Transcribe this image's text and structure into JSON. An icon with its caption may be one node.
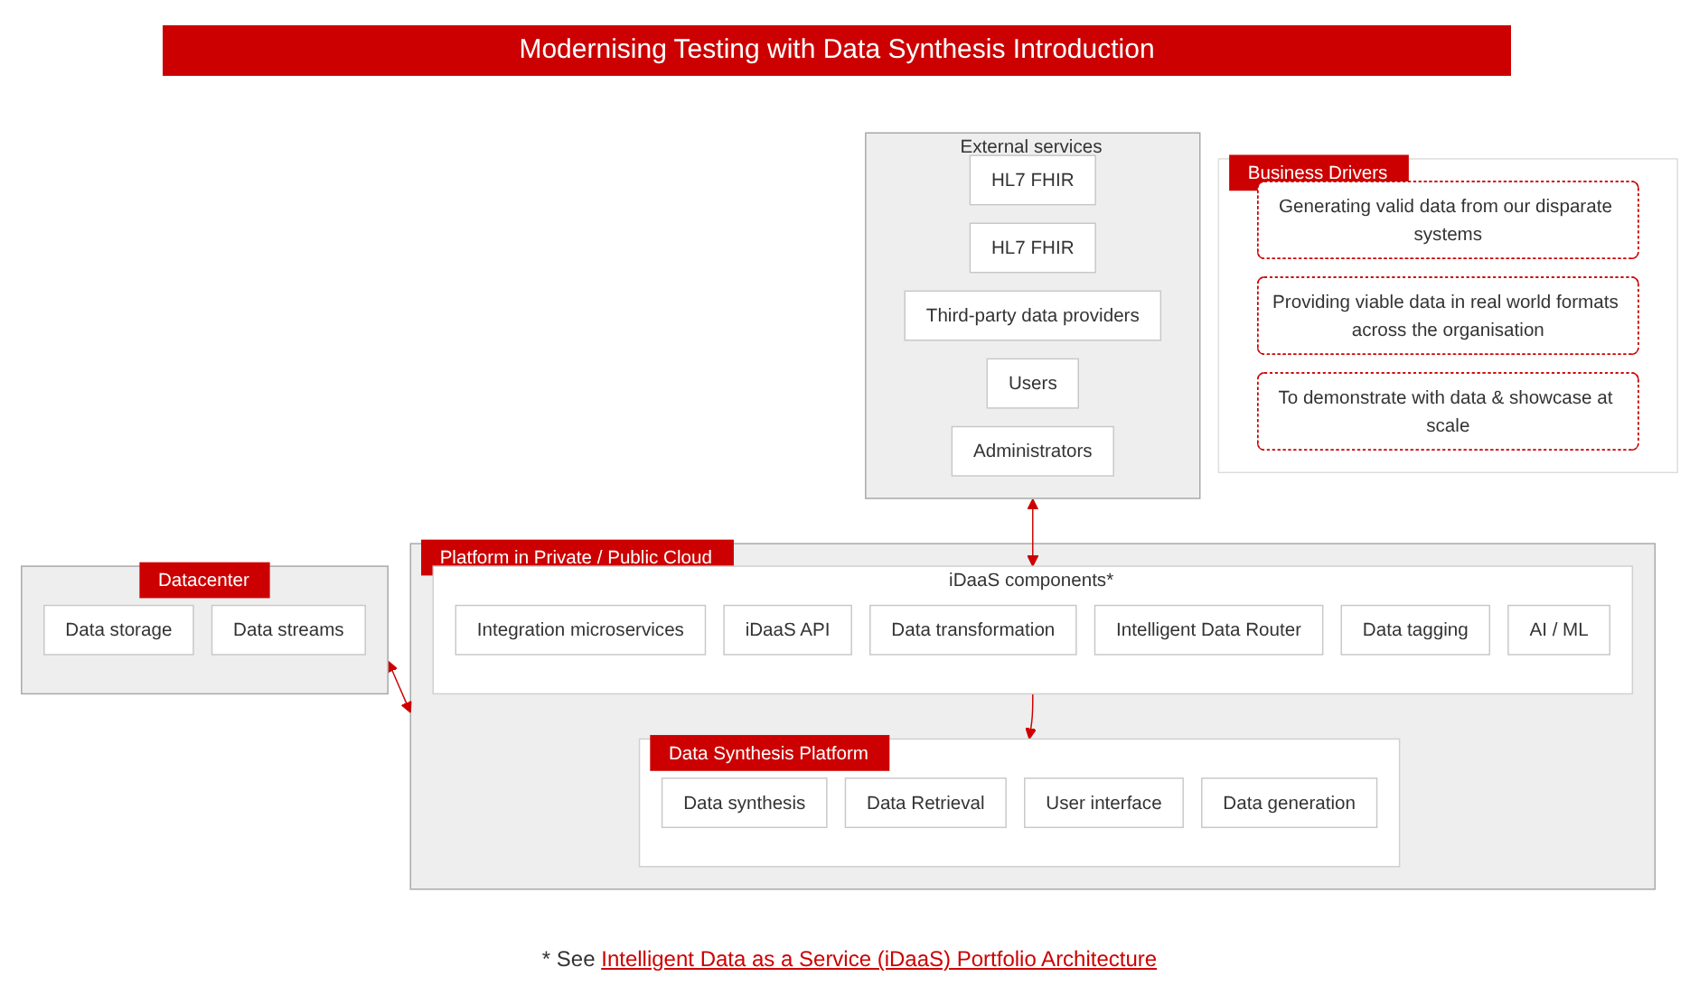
{
  "diagram": {
    "title": "Modernising Testing with Data Synthesis Introduction",
    "nodes": [
      {
        "text": [
          "Business Drivers"
        ]
      },
      {
        "text": [
          "Generating valid data from our disparate systems"
        ],
        "in": 0
      },
      {
        "text": [
          "Providing viable data in real world formats across the organisation"
        ],
        "in": 0
      },
      {
        "text": [
          "To demonstrate with data & showcase at scale"
        ],
        "in": 0
      },
      {
        "text": [
          "External services"
        ]
      },
      {
        "text": [
          "HL7 FHIR"
        ],
        "in": 4
      },
      {
        "text": [
          "HL7 FHIR"
        ],
        "in": 4
      },
      {
        "text": [
          "Third-party data providers"
        ],
        "in": 4
      },
      {
        "text": [
          "Users"
        ],
        "in": 4
      },
      {
        "text": [
          "Administrators"
        ],
        "in": 4
      },
      {
        "text": [
          "Datacenter"
        ]
      },
      {
        "text": [
          "Data storage"
        ],
        "in": 10
      },
      {
        "text": [
          "Data streams"
        ],
        "in": 10
      },
      {
        "text": [
          "Platform in Private / Public Cloud"
        ]
      },
      {
        "text": [
          "iDaaS components*"
        ],
        "in": 13
      },
      {
        "text": [
          "Integration microservices"
        ],
        "in": 14
      },
      {
        "text": [
          "iDaaS API"
        ],
        "in": 14
      },
      {
        "text": [
          "Data transformation"
        ],
        "in": 14
      },
      {
        "text": [
          "Intelligent Data Router"
        ],
        "in": 14
      },
      {
        "text": [
          "Data tagging"
        ],
        "in": 14
      },
      {
        "text": [
          "AI / ML"
        ],
        "in": 14
      },
      {
        "text": [
          "Data Synthesis Platform"
        ],
        "in": 13
      },
      {
        "text": [
          "Data synthesis"
        ],
        "in": 21
      },
      {
        "text": [
          "Data Retrieval"
        ],
        "in": 21
      },
      {
        "text": [
          "User interface"
        ],
        "in": 21
      },
      {
        "text": [
          "Data generation"
        ],
        "in": 21
      }
    ],
    "edges": [
      {
        "from": 10,
        "to": 13,
        "arrow": "both"
      },
      {
        "from": 4,
        "to": 14,
        "arrow": "both"
      },
      {
        "from": 14,
        "to": 21,
        "arrow": "to"
      }
    ],
    "labels": [
      "* See",
      "Intelligent Data as a Service (iDaaS) Portfolio Architecture"
    ]
  }
}
